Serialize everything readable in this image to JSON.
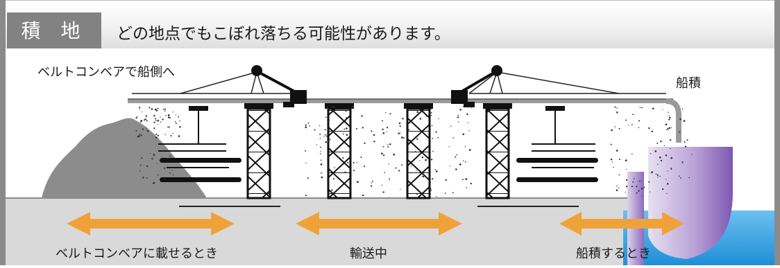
{
  "header": {
    "tag": "積 地",
    "headline": "どの地点でもこぼれ落ちる可能性があります。"
  },
  "labels": {
    "belt_to_ship": "ベルトコンベアで船側へ",
    "ship_loading_top": "船積",
    "loading_on_belt": "ベルトコンベアに載せるとき",
    "in_transit": "輸送中",
    "ship_loading": "船積するとき"
  },
  "colors": {
    "arrow": "#f0a23a",
    "ground": "#d9d9d9",
    "sea": "#2e9fe0",
    "ship": "#9c7ac4",
    "structure": "#111111",
    "pile": "#8c8c8c",
    "tag_bg": "#828282"
  }
}
